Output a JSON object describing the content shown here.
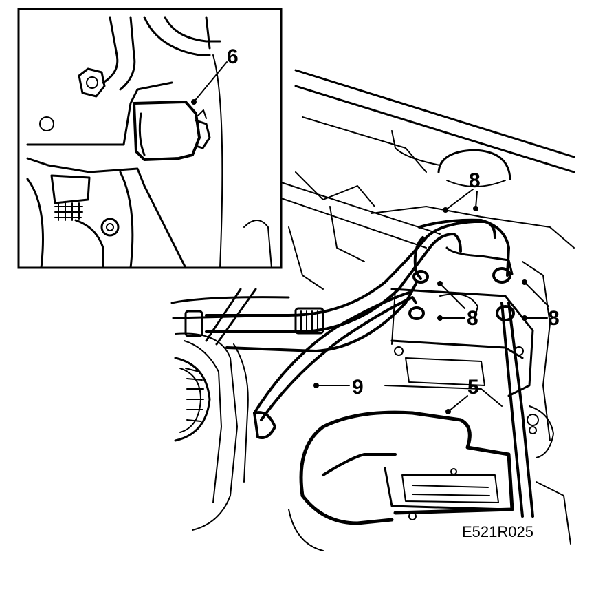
{
  "figure_code": "E521R025",
  "callouts": {
    "inset_switch": "6",
    "brake_line_group": "8",
    "hydraulic_unit": "5",
    "return_hose": "9"
  },
  "colors": {
    "ink": "#000000",
    "paper": "#ffffff"
  }
}
